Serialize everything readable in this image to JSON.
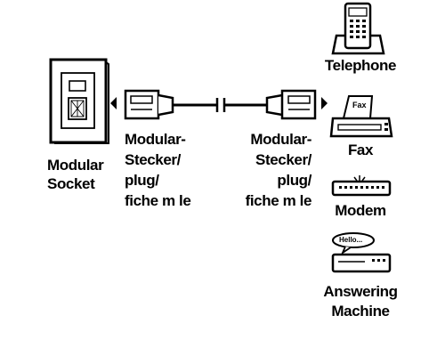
{
  "socket": {
    "title_line1": "Modular",
    "title_line2": "Socket"
  },
  "plug_left": {
    "line1": "Modular-",
    "line2": "Stecker/",
    "line3": "plug/",
    "line4": "fiche m le"
  },
  "plug_right": {
    "line1": "Modular-",
    "line2": "Stecker/",
    "line3": "plug/",
    "line4": "fiche m le"
  },
  "devices": {
    "telephone": "Telephone",
    "fax": "Fax",
    "fax_screen_text": "Fax",
    "modem": "Modem",
    "answering_line1": "Answering",
    "answering_line2": "Machine",
    "bubble_text": "Hello..."
  }
}
